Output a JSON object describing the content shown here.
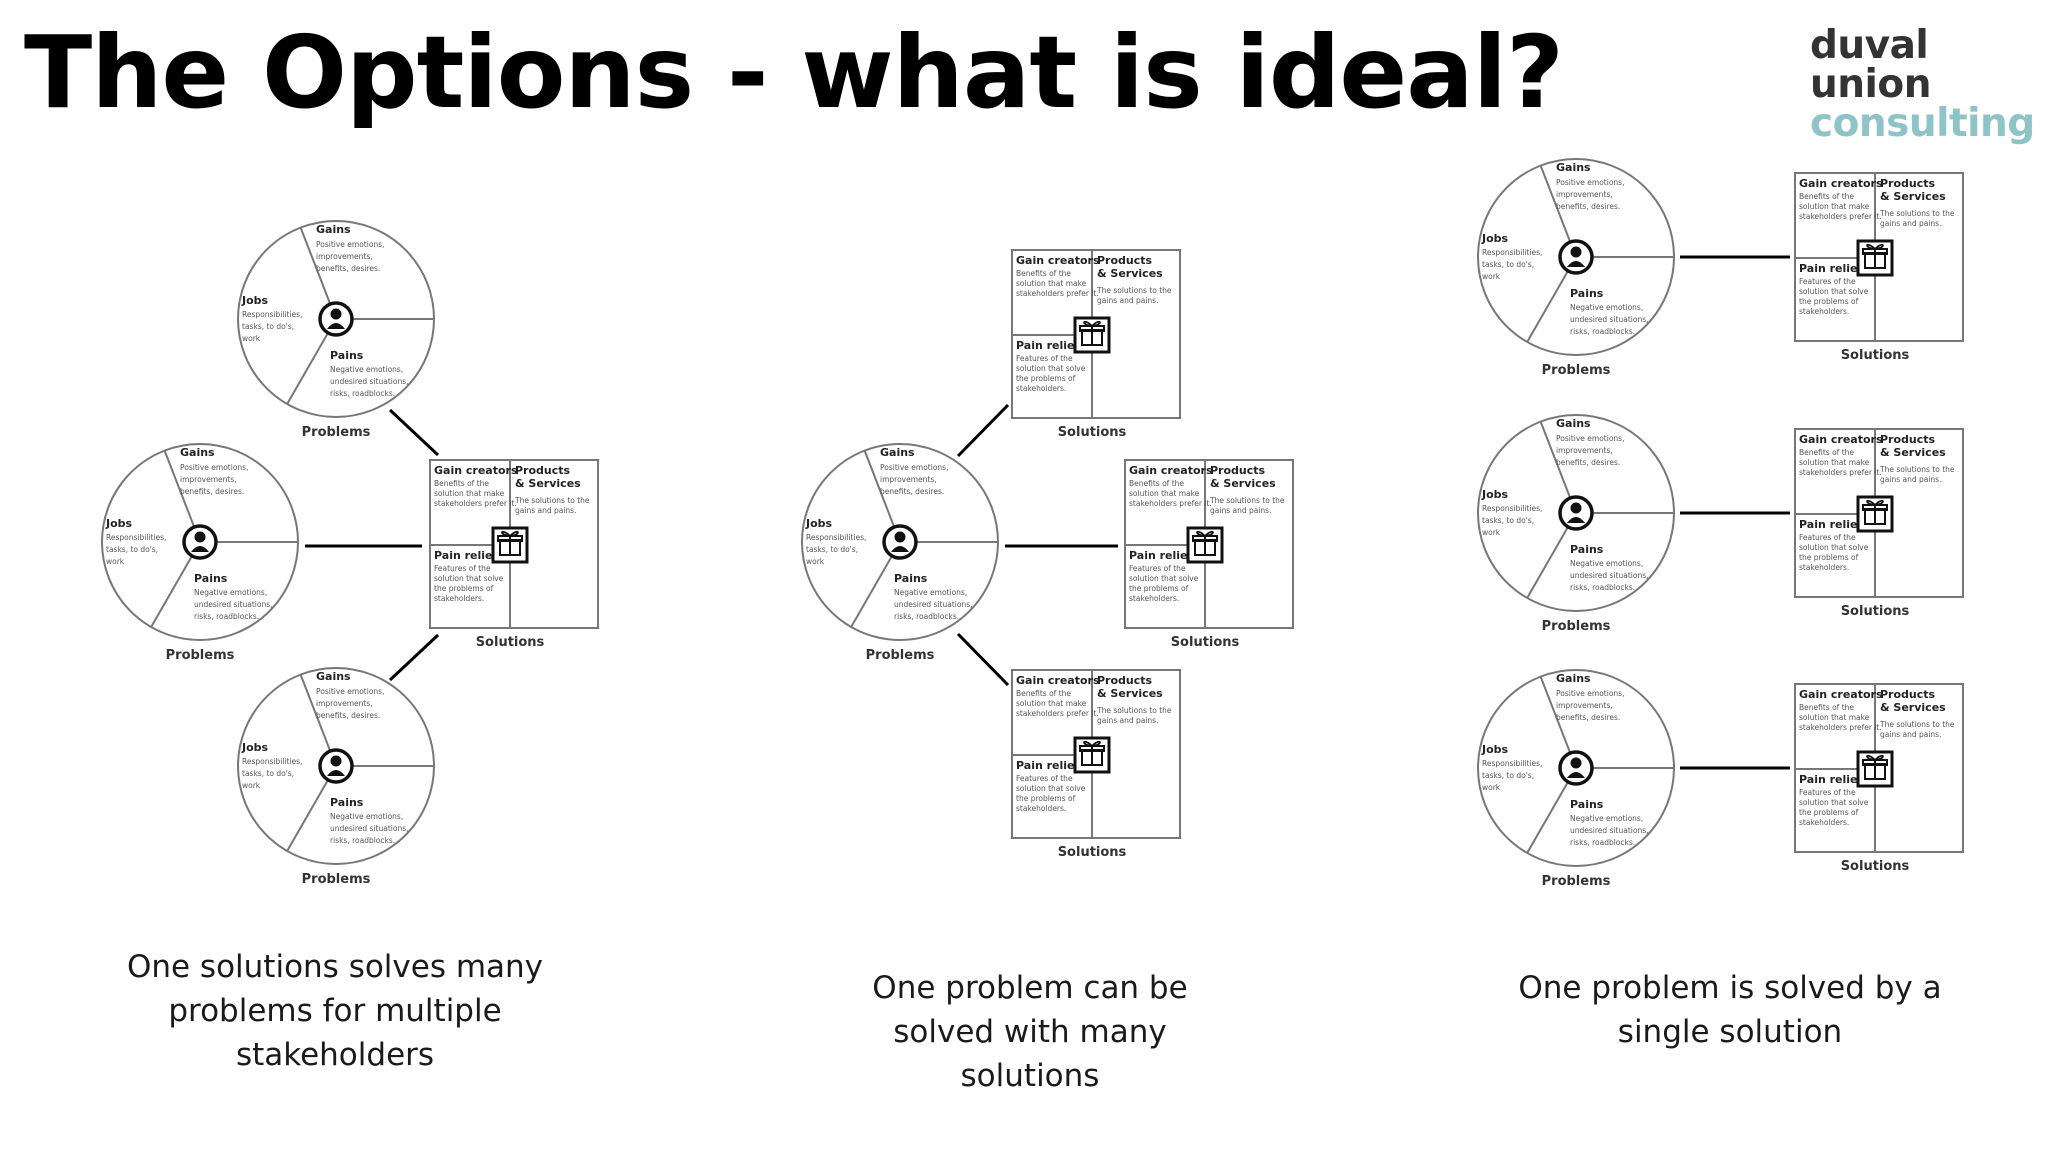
{
  "title": "The Options - what is ideal?",
  "logo": {
    "line1": "duval union",
    "line2": "consulting"
  },
  "profile": {
    "gains_title": "Gains",
    "gains_desc": [
      "Positive emotions,",
      "improvements,",
      "benefits, desires."
    ],
    "jobs_title": "Jobs",
    "jobs_desc": [
      "Responsibilities,",
      "tasks, to do's,",
      "work"
    ],
    "pains_title": "Pains",
    "pains_desc": [
      "Negative emotions,",
      "undesired situations,",
      "risks, roadblocks."
    ],
    "label": "Problems"
  },
  "value_map": {
    "gain_creators_title": "Gain creators",
    "gain_creators_desc": [
      "Benefits of the",
      "solution that make",
      "stakeholders prefer it."
    ],
    "products_title": [
      "Products",
      "& Services"
    ],
    "products_desc": [
      "The solutions to the",
      "gains and pains."
    ],
    "pain_relievers_title": "Pain relievers",
    "pain_relievers_desc": [
      "Features of the",
      "solution that solve",
      "the problems of",
      "stakeholders."
    ],
    "label": "Solutions"
  },
  "captions": [
    "One solutions solves many problems for multiple stakeholders",
    "One problem can be solved with many solutions",
    "One problem is solved by a single solution"
  ],
  "colors": {
    "logo_accent": "#8ec3c7",
    "logo_dark": "#333333"
  }
}
